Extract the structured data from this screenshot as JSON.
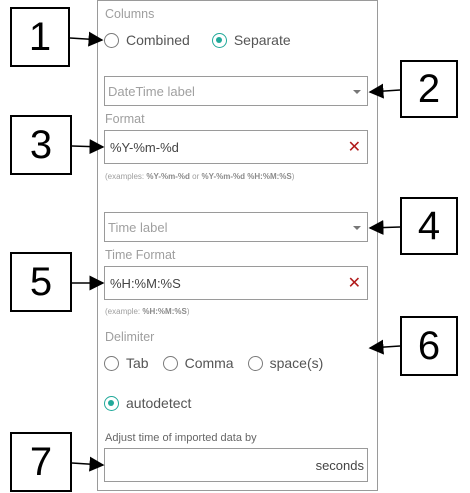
{
  "columns": {
    "label": "Columns",
    "options": [
      {
        "label": "Combined",
        "checked": false
      },
      {
        "label": "Separate",
        "checked": true
      }
    ]
  },
  "datetime": {
    "placeholder": "DateTime label"
  },
  "format": {
    "label": "Format",
    "value": "%Y-%m-%d",
    "hint_prefix": "(examples: ",
    "hint_ex1": "%Y-%m-%d",
    "hint_or": " or ",
    "hint_ex2": "%Y-%m-%d %H:%M:%S",
    "hint_suffix": ")"
  },
  "time": {
    "placeholder": "Time label"
  },
  "time_format": {
    "label": "Time Format",
    "value": "%H:%M:%S",
    "hint_prefix": "(example: ",
    "hint_ex": "%H:%M:%S",
    "hint_suffix": ")"
  },
  "delimiter": {
    "label": "Delimiter",
    "options": [
      {
        "label": "Tab",
        "checked": false
      },
      {
        "label": "Comma",
        "checked": false
      },
      {
        "label": "space(s)",
        "checked": false
      },
      {
        "label": "autodetect",
        "checked": true
      }
    ]
  },
  "adjust": {
    "label": "Adjust time of imported data by",
    "unit": "seconds"
  },
  "callouts": [
    "1",
    "2",
    "3",
    "4",
    "5",
    "6",
    "7"
  ],
  "colors": {
    "accent": "#21a99a",
    "clear": "#b11b1b"
  }
}
